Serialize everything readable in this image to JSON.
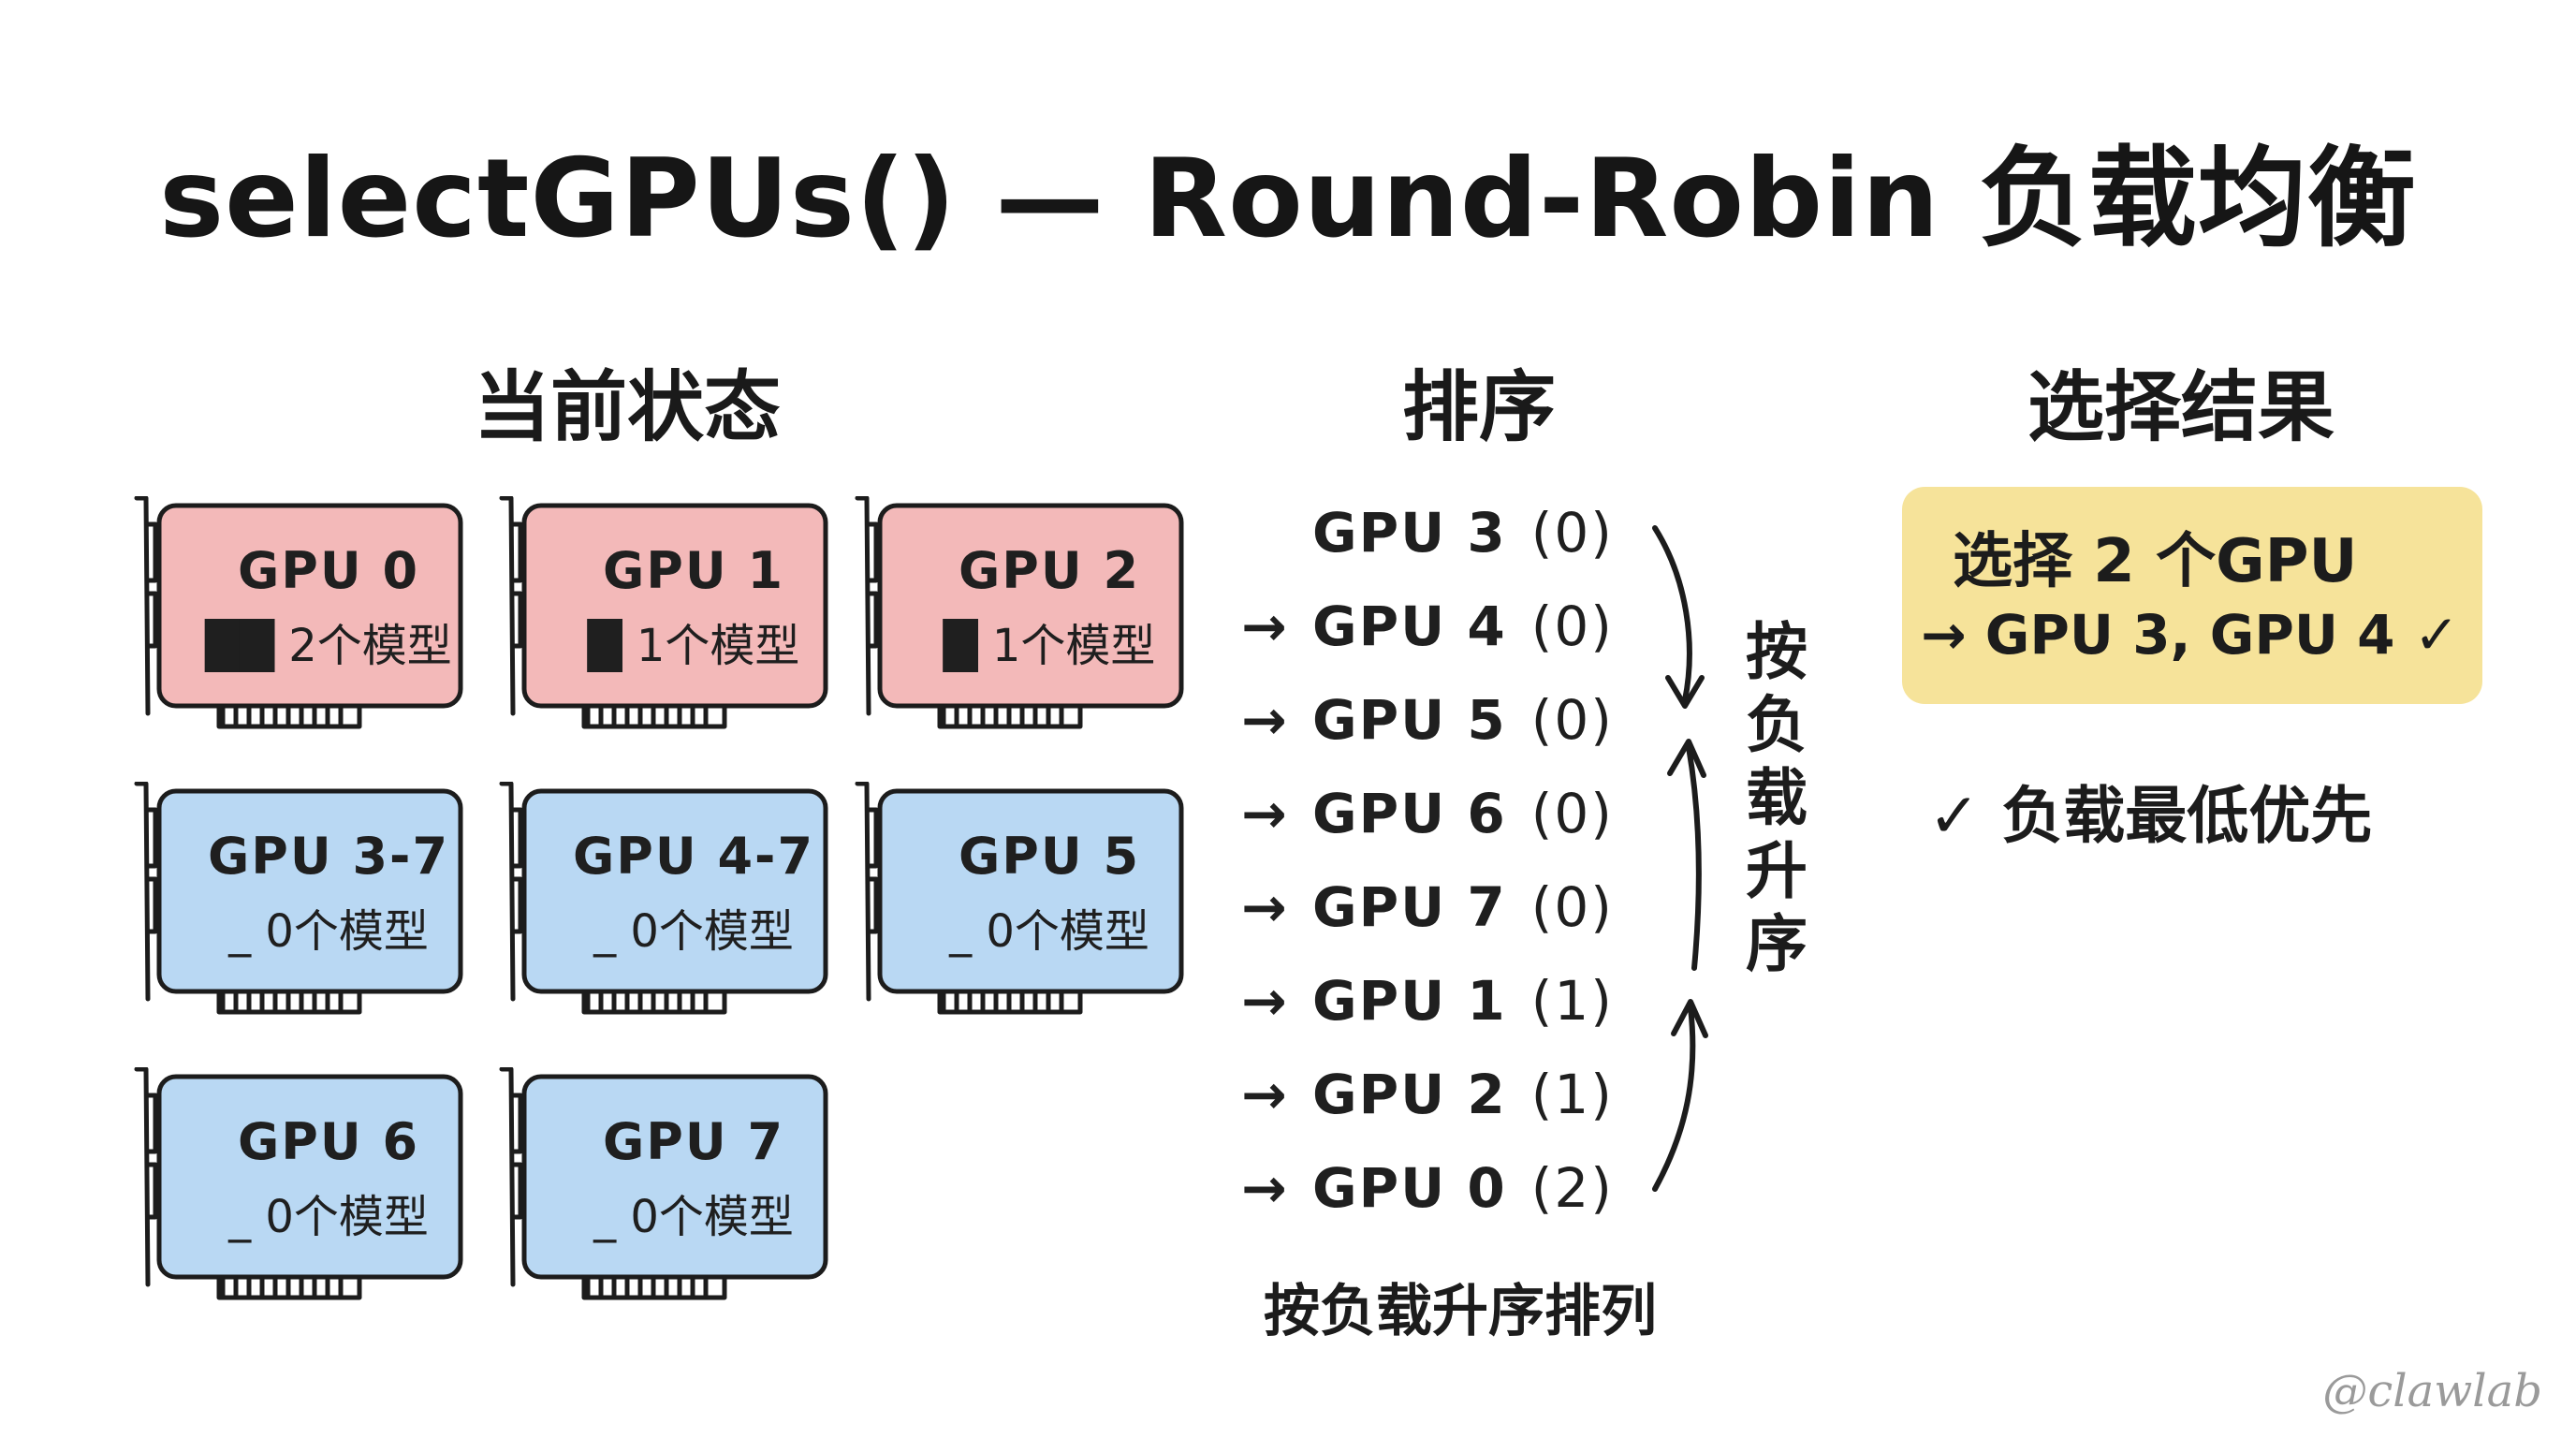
{
  "title": "selectGPUs() — Round-Robin 负载均衡",
  "columns": {
    "current_state": "当前状态",
    "sort": "排序",
    "result": "选择结果"
  },
  "colors": {
    "busy_fill": "#f3b9b9",
    "busy_fill_light": "#f6c8c8",
    "free_fill": "#b9d8f3",
    "result_fill": "#f6e39a",
    "ink": "#1c1c1c"
  },
  "gpus": [
    {
      "name": "GPU 0",
      "sub": "██ 2个模型",
      "state": "busy"
    },
    {
      "name": "GPU 1",
      "sub": "█ 1个模型",
      "state": "busy"
    },
    {
      "name": "GPU 2",
      "sub": "█ 1个模型",
      "state": "busy"
    },
    {
      "name": "GPU 3-7",
      "sub": "_ 0个模型",
      "state": "free"
    },
    {
      "name": "GPU 4-7",
      "sub": "_ 0个模型",
      "state": "free"
    },
    {
      "name": "GPU 5",
      "sub": "_ 0个模型",
      "state": "free"
    },
    {
      "name": "GPU 6",
      "sub": "_ 0个模型",
      "state": "free"
    },
    {
      "name": "GPU 7",
      "sub": "_ 0个模型",
      "state": "free"
    }
  ],
  "sorted": [
    {
      "arrow": "",
      "gpu": "GPU 3",
      "load": "(0)"
    },
    {
      "arrow": "→",
      "gpu": "GPU 4",
      "load": "(0)"
    },
    {
      "arrow": "→",
      "gpu": "GPU 5",
      "load": "(0)"
    },
    {
      "arrow": "→",
      "gpu": "GPU 6",
      "load": "(0)"
    },
    {
      "arrow": "→",
      "gpu": "GPU 7",
      "load": "(0)"
    },
    {
      "arrow": "→",
      "gpu": "GPU 1",
      "load": "(1)"
    },
    {
      "arrow": "→",
      "gpu": "GPU 2",
      "load": "(1)"
    },
    {
      "arrow": "→",
      "gpu": "GPU 0",
      "load": "(2)"
    }
  ],
  "sort_side_label": "按负载升序",
  "sort_caption": "按负载升序排列",
  "result": {
    "line1": "选择 2 个GPU",
    "line2": "→ GPU 3, GPU 4 ✓"
  },
  "note": "✓ 负载最低优先",
  "watermark": "@clawlab"
}
